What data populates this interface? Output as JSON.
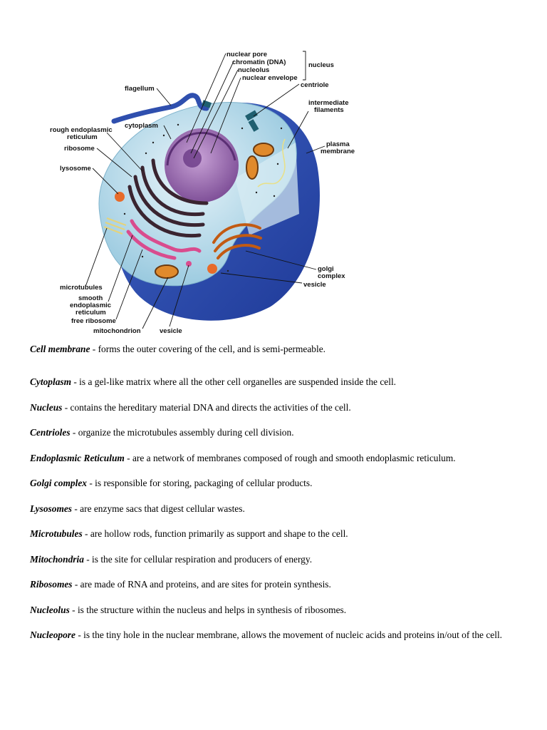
{
  "diagram": {
    "labels": {
      "nuclear_pore": "nuclear pore",
      "chromatin": "chromatin (DNA)",
      "nucleolus": "nucleolus",
      "nuclear_envelope": "nuclear envelope",
      "nucleus": "nucleus",
      "centriole": "centriole",
      "intermediate_filaments_1": "intermediate",
      "intermediate_filaments_2": "filaments",
      "flagellum": "flagellum",
      "rough_er_1": "rough endoplasmic",
      "rough_er_2": "reticulum",
      "cytoplasm": "cytoplasm",
      "ribosome": "ribosome",
      "plasma_membrane_1": "plasma",
      "plasma_membrane_2": "membrane",
      "lysosome": "lysosome",
      "golgi_1": "golgi",
      "golgi_2": "complex",
      "vesicle_right": "vesicle",
      "microtubules": "microtubules",
      "smooth_er_1": "smooth",
      "smooth_er_2": "endoplasmic",
      "smooth_er_3": "reticulum",
      "free_ribosome": "free ribosome",
      "mitochondrion": "mitochondrion",
      "vesicle_bottom": "vesicle"
    }
  },
  "definitions": [
    {
      "term": "Cell membrane",
      "text": " - forms the outer covering of the cell, and is semi-permeable."
    },
    {
      "term": "Cytoplasm",
      "text": " - is a gel-like matrix where all the other cell organelles are suspended inside the cell."
    },
    {
      "term": "Nucleus",
      "text": " - contains the hereditary material DNA and directs the activities of the cell."
    },
    {
      "term": "Centrioles",
      "text": " - organize the microtubules assembly during cell division."
    },
    {
      "term": "Endoplasmic Reticulum",
      "text": " - are a network of membranes composed of rough and smooth endoplasmic reticulum."
    },
    {
      "term": "Golgi complex",
      "text": " - is responsible for storing, packaging of cellular products."
    },
    {
      "term": "Lysosomes",
      "text": " - are enzyme sacs that digest cellular wastes."
    },
    {
      "term": "Microtubules",
      "text": " - are hollow rods, function primarily as support and shape to the cell."
    },
    {
      "term": "Mitochondria",
      "text": " - is the site for cellular respiration and producers of energy."
    },
    {
      "term": "Ribosomes",
      "text": " - are made of RNA and proteins, and are sites for protein synthesis."
    },
    {
      "term": "Nucleolus",
      "text": " - is the structure within the nucleus and helps in synthesis of ribosomes."
    },
    {
      "term": "Nucleopore",
      "text": " - is the tiny hole in the nuclear membrane, allows the movement of nucleic acids and proteins in/out of the cell."
    }
  ]
}
